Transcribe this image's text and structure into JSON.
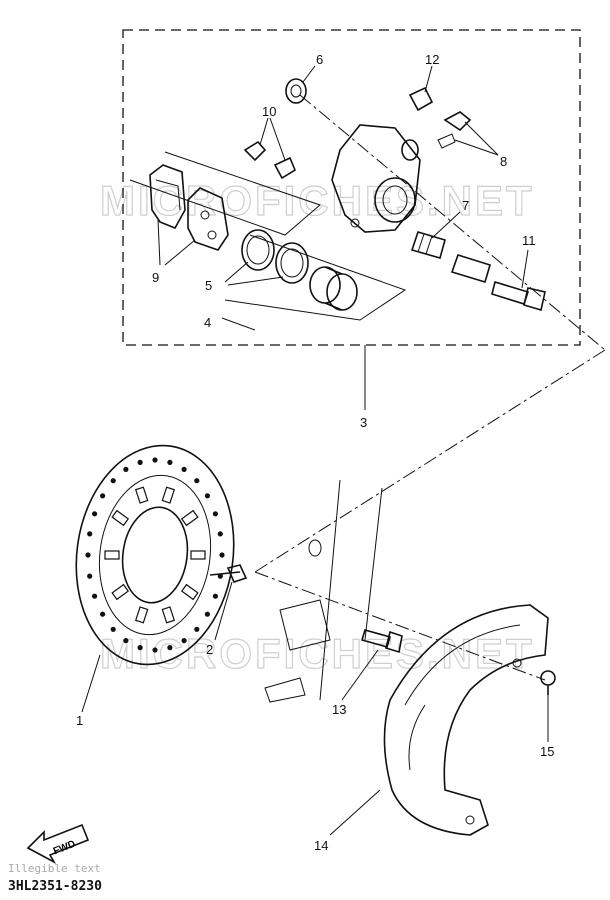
{
  "watermark": "MICROFICHES.NET",
  "drawing_code": "3HL2351-8230",
  "fwd_label": "FWD",
  "faint_caption": "Illegible text",
  "callouts": {
    "c1": "1",
    "c2": "2",
    "c3": "3",
    "c4": "4",
    "c5": "5",
    "c6": "6",
    "c7": "7",
    "c8": "8",
    "c9": "9",
    "c10": "10",
    "c11": "11",
    "c12": "12",
    "c13": "13",
    "c14": "14",
    "c15": "15"
  }
}
